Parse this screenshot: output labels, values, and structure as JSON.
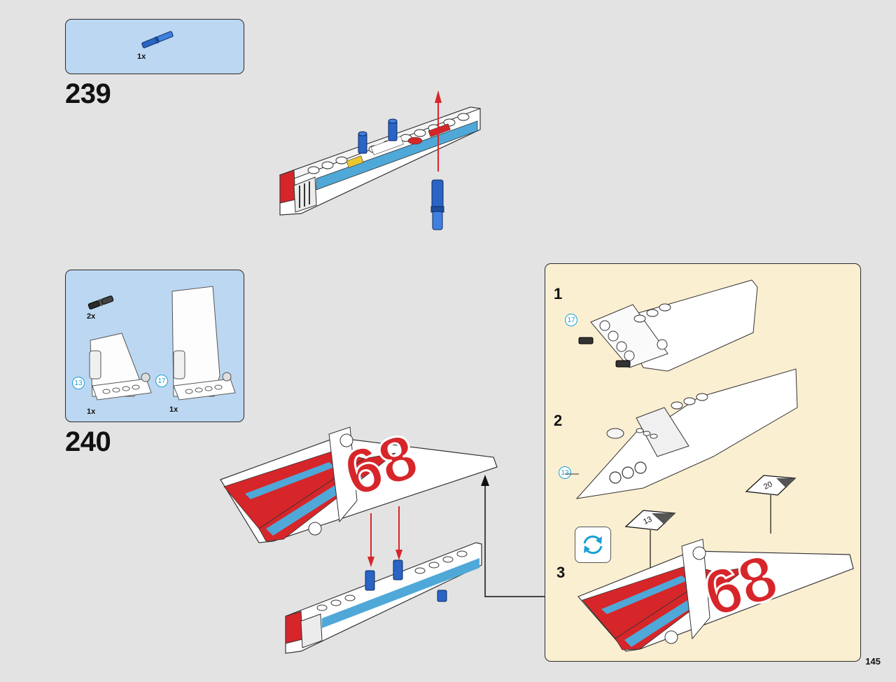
{
  "step239": {
    "number": "239",
    "parts": [
      {
        "qty": "1x",
        "icon": "blue-axle-pin-icon"
      }
    ]
  },
  "step240": {
    "number": "240",
    "parts": [
      {
        "qty": "2x",
        "icon": "black-pin-icon"
      },
      {
        "qty": "1x",
        "icon": "left-fin-subassembly-icon",
        "callout": "13"
      },
      {
        "qty": "1x",
        "icon": "right-fin-subassembly-icon",
        "callout": "17"
      }
    ]
  },
  "subassembly": {
    "steps": [
      {
        "number": "1",
        "callout": "17"
      },
      {
        "number": "2",
        "callout": "13"
      },
      {
        "number": "3",
        "stickers": [
          "13",
          "20"
        ],
        "rotate_icon": "rotate-icon"
      }
    ]
  },
  "decal_number": "68",
  "page": {
    "number": "145"
  },
  "colors": {
    "parts_box": "#bcd7f1",
    "subassembly_panel": "#fbefd2",
    "callout": "#1aa0d6",
    "arrow_red": "#d6262a",
    "brick_blue": "#2a64c4"
  }
}
